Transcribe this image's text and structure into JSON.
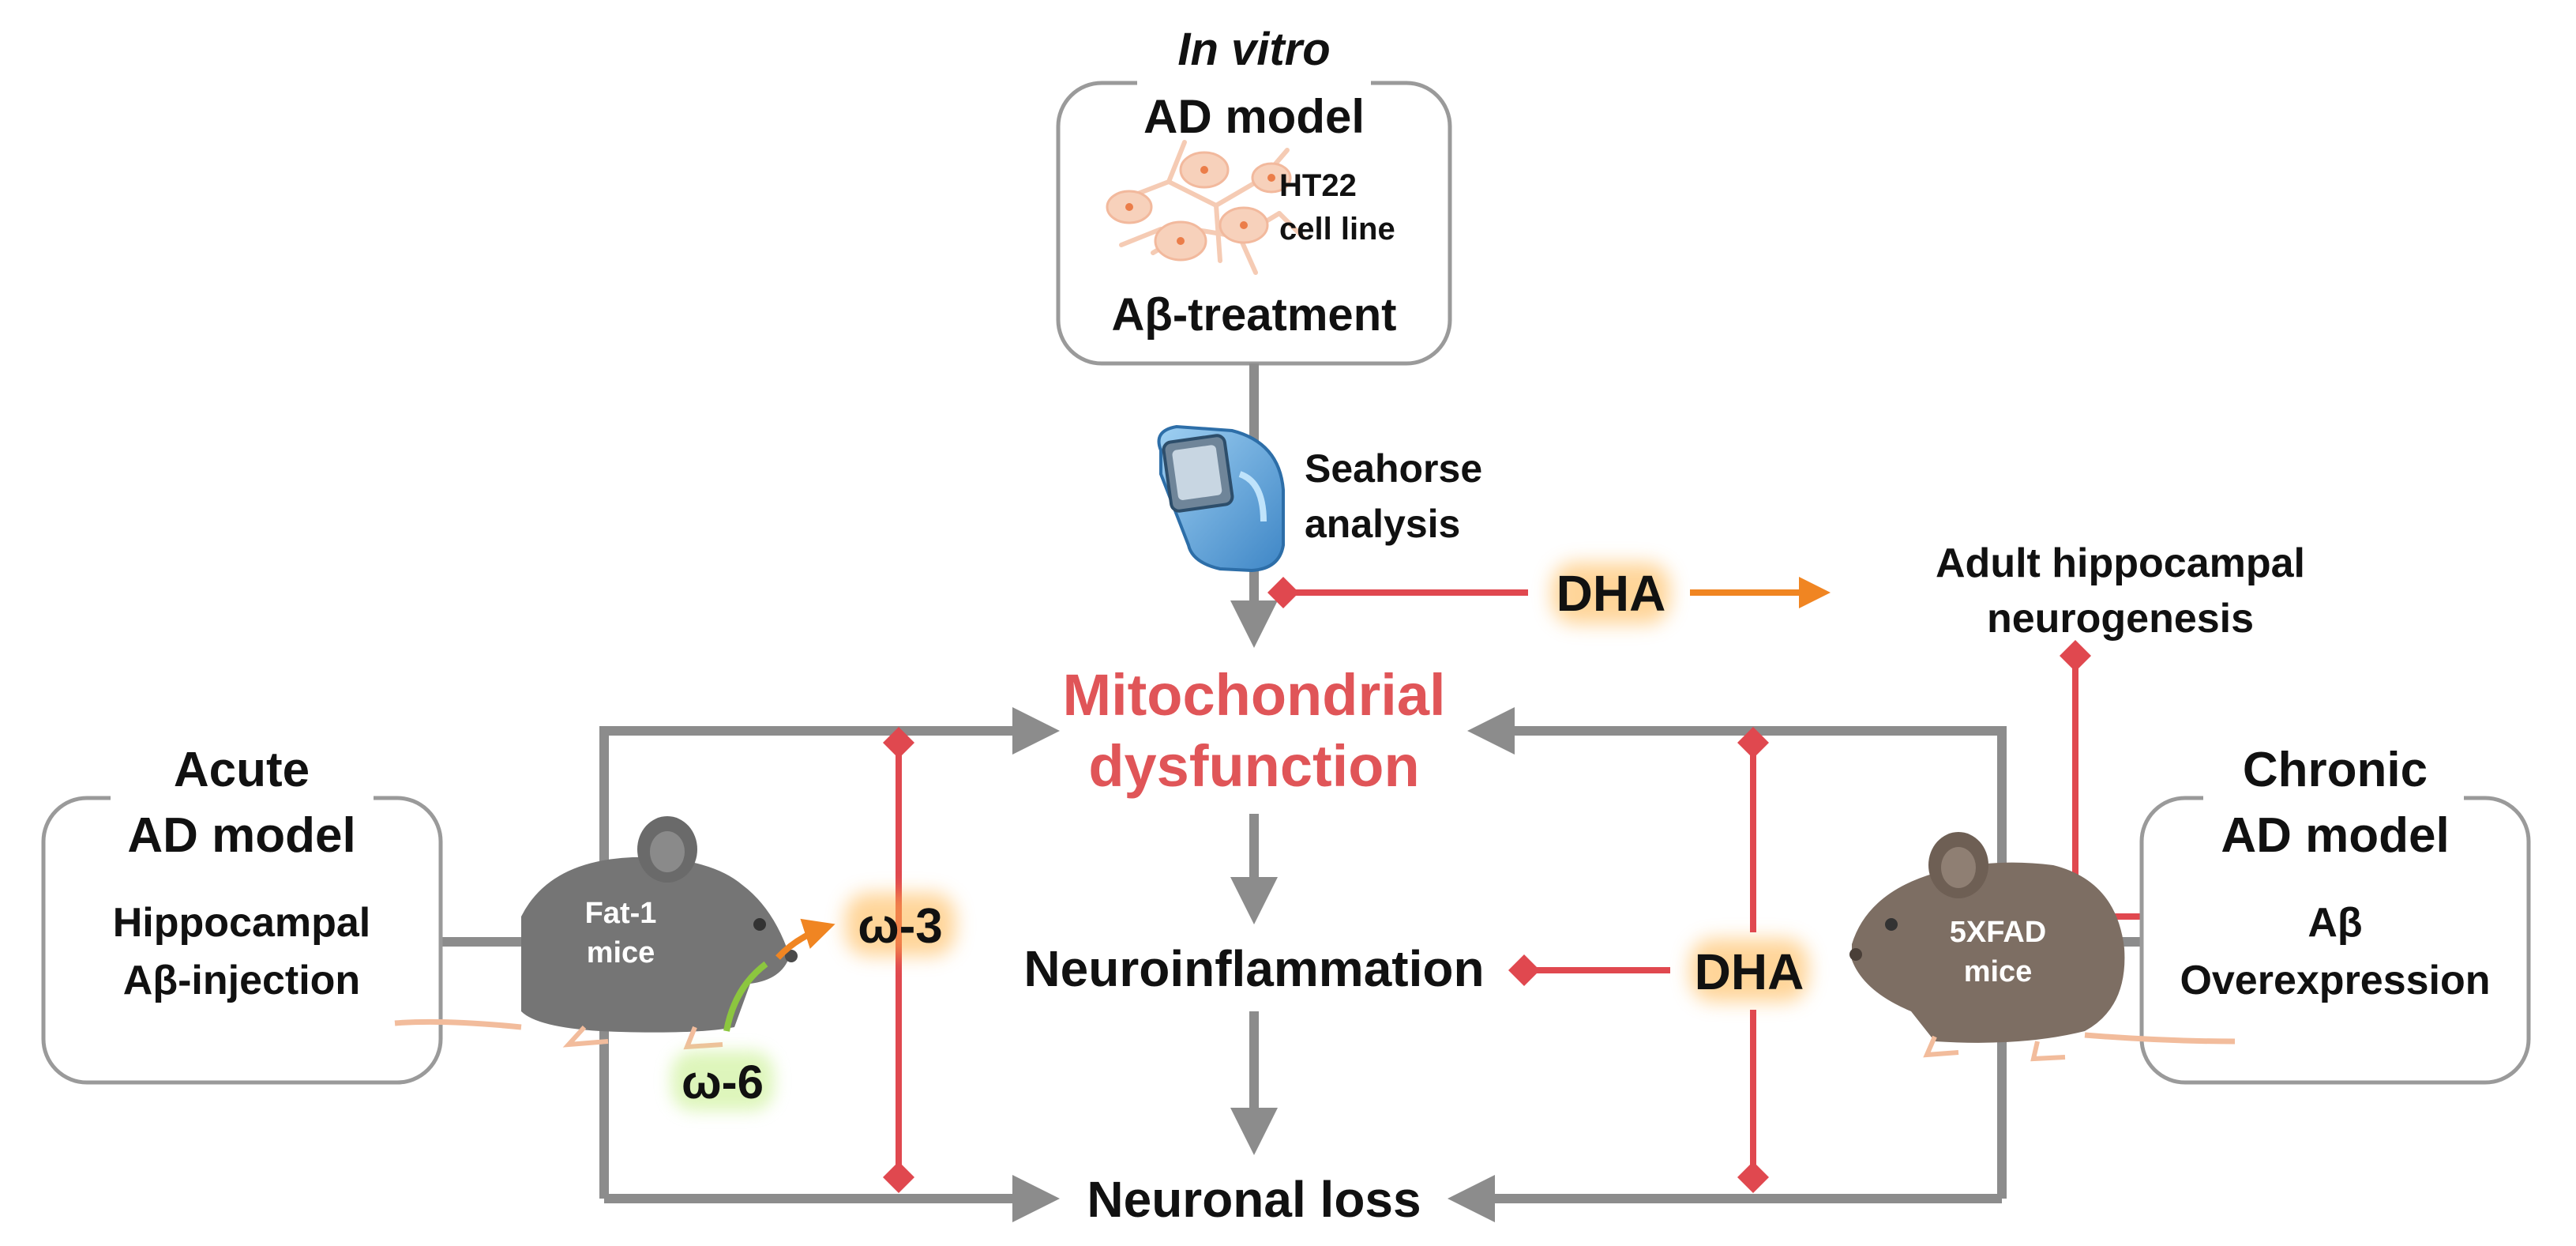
{
  "invitro": {
    "line1": "In vitro",
    "line2": "AD model",
    "cell_line_1": "HT22",
    "cell_line_2": "cell line",
    "treatment": "Aβ-treatment"
  },
  "seahorse": {
    "line1": "Seahorse",
    "line2": "analysis"
  },
  "dha_top": "DHA",
  "dha_mid": "DHA",
  "neurogenesis": {
    "line1": "Adult hippocampal",
    "line2": "neurogenesis"
  },
  "mito": {
    "line1": "Mitochondrial",
    "line2": "dysfunction"
  },
  "neuroinflammation": "Neuroinflammation",
  "neuronal_loss": "Neuronal loss",
  "acute": {
    "line1": "Acute",
    "line2": "AD model",
    "detail1": "Hippocampal",
    "detail2": "Aβ-injection"
  },
  "chronic": {
    "line1": "Chronic",
    "line2": "AD model",
    "detail1": "Aβ",
    "detail2": "Overexpression"
  },
  "fat1": {
    "line1": "Fat-1",
    "line2": "mice"
  },
  "xfad": {
    "line1": "5XFAD",
    "line2": "mice"
  },
  "omega3": "ω-3",
  "omega6": "ω-6",
  "colors": {
    "gray_arrow": "#8c8c8c",
    "inhibit_red": "#e0484f",
    "mito_red": "#e05558",
    "dha_orange": "#f08522",
    "omega_green": "#8cc63f",
    "box_border": "#9a9a9a",
    "mouse_gray": "#757575",
    "mouse_brown": "#7d6e63"
  }
}
